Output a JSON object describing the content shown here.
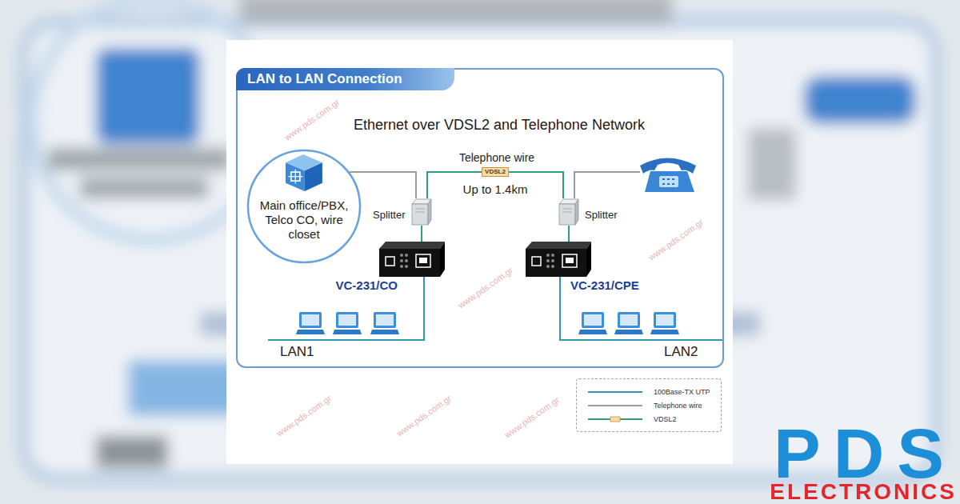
{
  "diagram": {
    "title": "Ethernet over VDSL2 and Telephone Network",
    "nodes": [
      {
        "text": [
          "LAN to LAN Connection"
        ]
      },
      {
        "text": [
          "Main office/PBX, Telco CO, wire closet"
        ],
        "in": 0
      },
      {
        "text": [
          "Splitter"
        ],
        "in": 0
      },
      {
        "text": [
          "Splitter"
        ],
        "in": 0
      },
      {
        "text": [
          "VC-231/CO"
        ],
        "in": 0
      },
      {
        "text": [
          "VC-231/CPE"
        ],
        "in": 0
      }
    ],
    "edges": [
      {
        "from": 1,
        "to": 2,
        "arrow": "none"
      },
      {
        "from": 2,
        "to": 3,
        "label": "VDSL2",
        "arrow": "none"
      },
      {
        "from": 2,
        "to": 4,
        "arrow": "none"
      },
      {
        "from": 3,
        "to": 5,
        "arrow": "none"
      }
    ],
    "labels": [
      "Telephone wire",
      "Up to 1.4km",
      "LAN1",
      "LAN2",
      "www.pds.com.gr",
      "www.pds.com.gr",
      "www.pds.com.gr",
      "www.pds.com.gr",
      "www.pds.com.gr",
      "www.pds.com.gr",
      "PDS",
      "ELECTRONICS"
    ],
    "legend": [
      {
        "text": "100Base-TX UTP"
      },
      {
        "text": "Telephone wire"
      },
      {
        "text": "VDSL2"
      }
    ]
  }
}
